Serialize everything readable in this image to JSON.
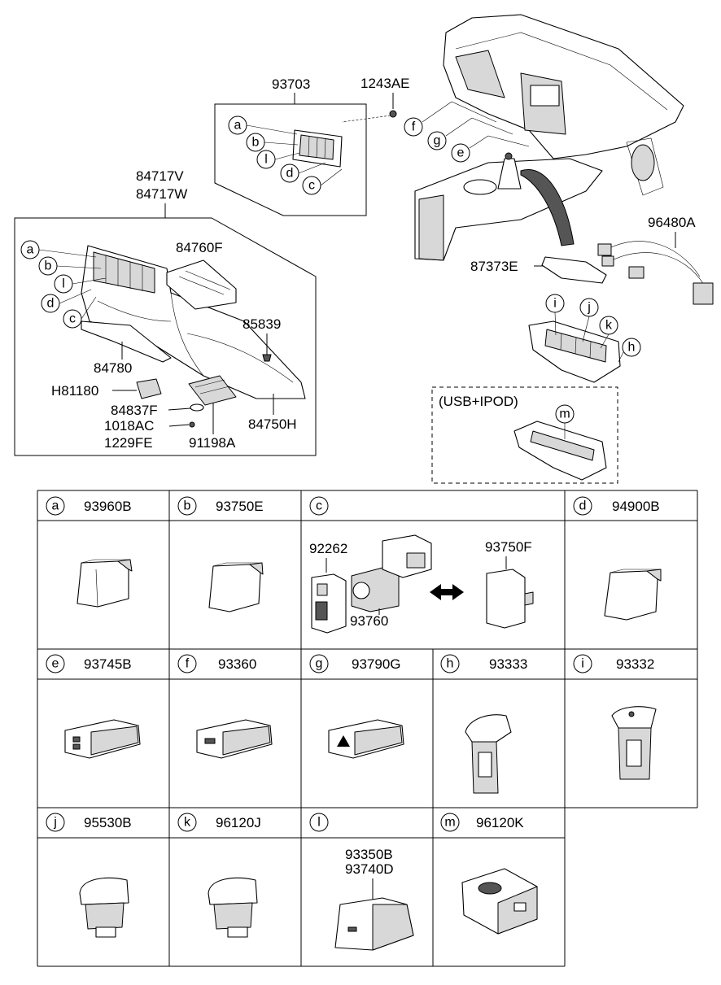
{
  "top_labels": {
    "p93703": "93703",
    "p1243AE": "1243AE",
    "p84717V": "84717V",
    "p84717W": "84717W",
    "p84760F": "84760F",
    "p85839": "85839",
    "p84780": "84780",
    "pH81180": "H81180",
    "p84837F": "84837F",
    "p1018AC": "1018AC",
    "p1229FE": "1229FE",
    "p91198A": "91198A",
    "p84750H": "84750H",
    "p96480A": "96480A",
    "p87373E": "87373E",
    "usb_ipod": "(USB+IPOD)"
  },
  "callouts": {
    "a": "a",
    "b": "b",
    "c": "c",
    "d": "d",
    "e": "e",
    "f": "f",
    "g": "g",
    "h": "h",
    "i": "i",
    "j": "j",
    "k": "k",
    "l": "l",
    "m": "m"
  },
  "table": {
    "row1": [
      {
        "letter": "a",
        "part": "93960B"
      },
      {
        "letter": "b",
        "part": "93750E"
      },
      {
        "letter": "c",
        "part": ""
      },
      {
        "letter": "d",
        "part": "94900B"
      }
    ],
    "row1_c_parts": {
      "left": "92262",
      "middle": "93760",
      "right": "93750F"
    },
    "row2": [
      {
        "letter": "e",
        "part": "93745B"
      },
      {
        "letter": "f",
        "part": "93360"
      },
      {
        "letter": "g",
        "part": "93790G"
      },
      {
        "letter": "h",
        "part": "93333"
      },
      {
        "letter": "i",
        "part": "93332"
      }
    ],
    "row3": [
      {
        "letter": "j",
        "part": "95530B"
      },
      {
        "letter": "k",
        "part": "96120J"
      },
      {
        "letter": "l",
        "part": ""
      },
      {
        "letter": "m",
        "part": "96120K"
      }
    ],
    "row3_l_parts": {
      "line1": "93350B",
      "line2": "93740D"
    }
  }
}
